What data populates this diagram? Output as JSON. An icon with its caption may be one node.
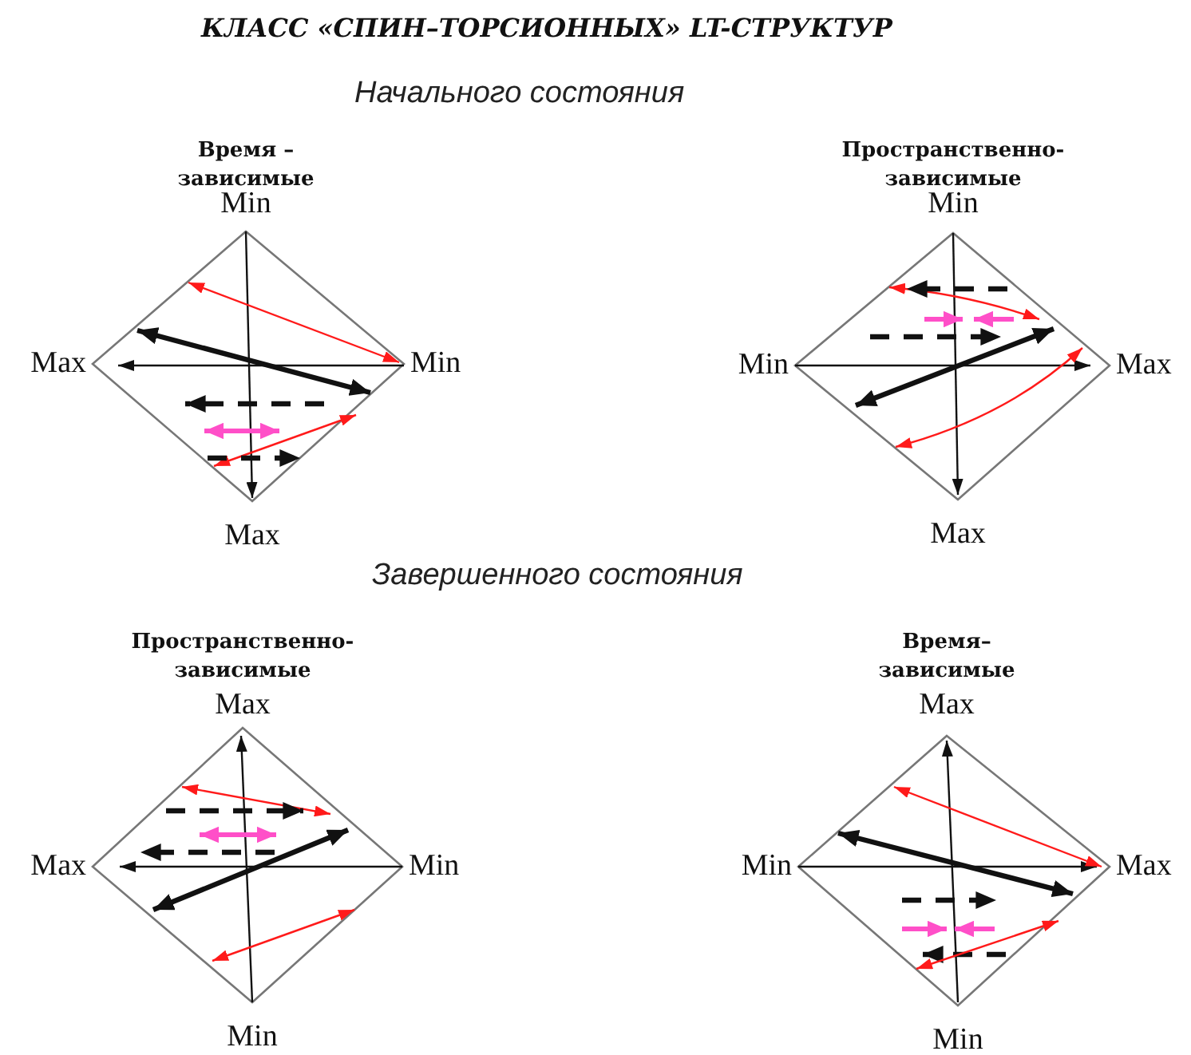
{
  "diagram": {
    "title": "КЛАСС «СПИН–ТОРСИОННЫХ» LT-СТРУКТУР",
    "nodes": [
      {
        "text": [
          "Время – зависимые"
        ],
        "beside": [
          "Min",
          "Max",
          "Min",
          "Max"
        ]
      },
      {
        "text": [
          "Пространственно-зависимые"
        ],
        "beside": [
          "Min",
          "Min",
          "Max",
          "Max"
        ]
      },
      {
        "text": [
          "Пространственно-зависимые"
        ],
        "beside": [
          "Max",
          "Max",
          "Min",
          "Min"
        ]
      },
      {
        "text": [
          "Время– зависимые"
        ],
        "beside": [
          "Max",
          "Min",
          "Max",
          "Min"
        ]
      }
    ],
    "edges": [],
    "labels": [
      "Начального состояния",
      "Завершенного состояния"
    ]
  }
}
